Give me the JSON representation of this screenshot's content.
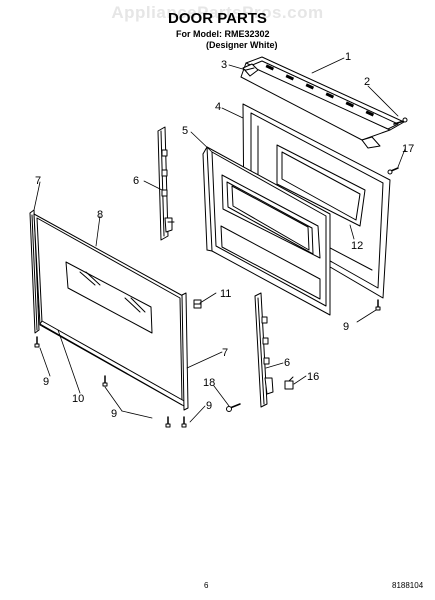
{
  "watermark": "AppliancePartsPros.com",
  "title": "DOOR PARTS",
  "model_line": "For Model: RME32302",
  "color_line": "(Designer White)",
  "page_number": "6",
  "doc_number": "8188104",
  "callouts": {
    "c1": "1",
    "c2": "2",
    "c3": "3",
    "c4": "4",
    "c5": "5",
    "c6a": "6",
    "c6b": "6",
    "c7a": "7",
    "c7b": "7",
    "c8": "8",
    "c9a": "9",
    "c9b": "9",
    "c9c": "9",
    "c9d": "9",
    "c10": "10",
    "c11": "11",
    "c12": "12",
    "c16": "16",
    "c17": "17",
    "c18": "18"
  }
}
